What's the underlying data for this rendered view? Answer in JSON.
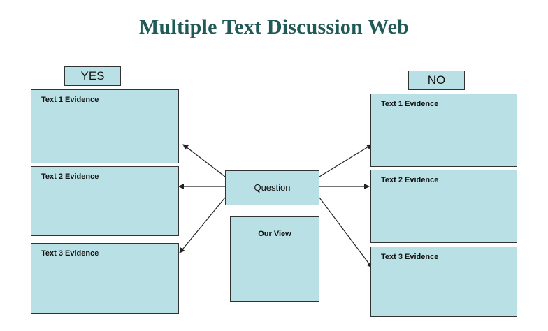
{
  "title": "Multiple Text Discussion Web",
  "yes_label": "YES",
  "no_label": "NO",
  "question_label": "Question",
  "our_view_label": "Our View",
  "yes_boxes": [
    {
      "label": "Text 1 Evidence"
    },
    {
      "label": "Text 2 Evidence"
    },
    {
      "label": "Text 3 Evidence"
    }
  ],
  "no_boxes": [
    {
      "label": "Text 1 Evidence"
    },
    {
      "label": "Text 2 Evidence"
    },
    {
      "label": "Text 3 Evidence"
    }
  ],
  "colors": {
    "box_fill": "#b9e0e4",
    "border": "#333333",
    "title": "#1f5a57"
  }
}
